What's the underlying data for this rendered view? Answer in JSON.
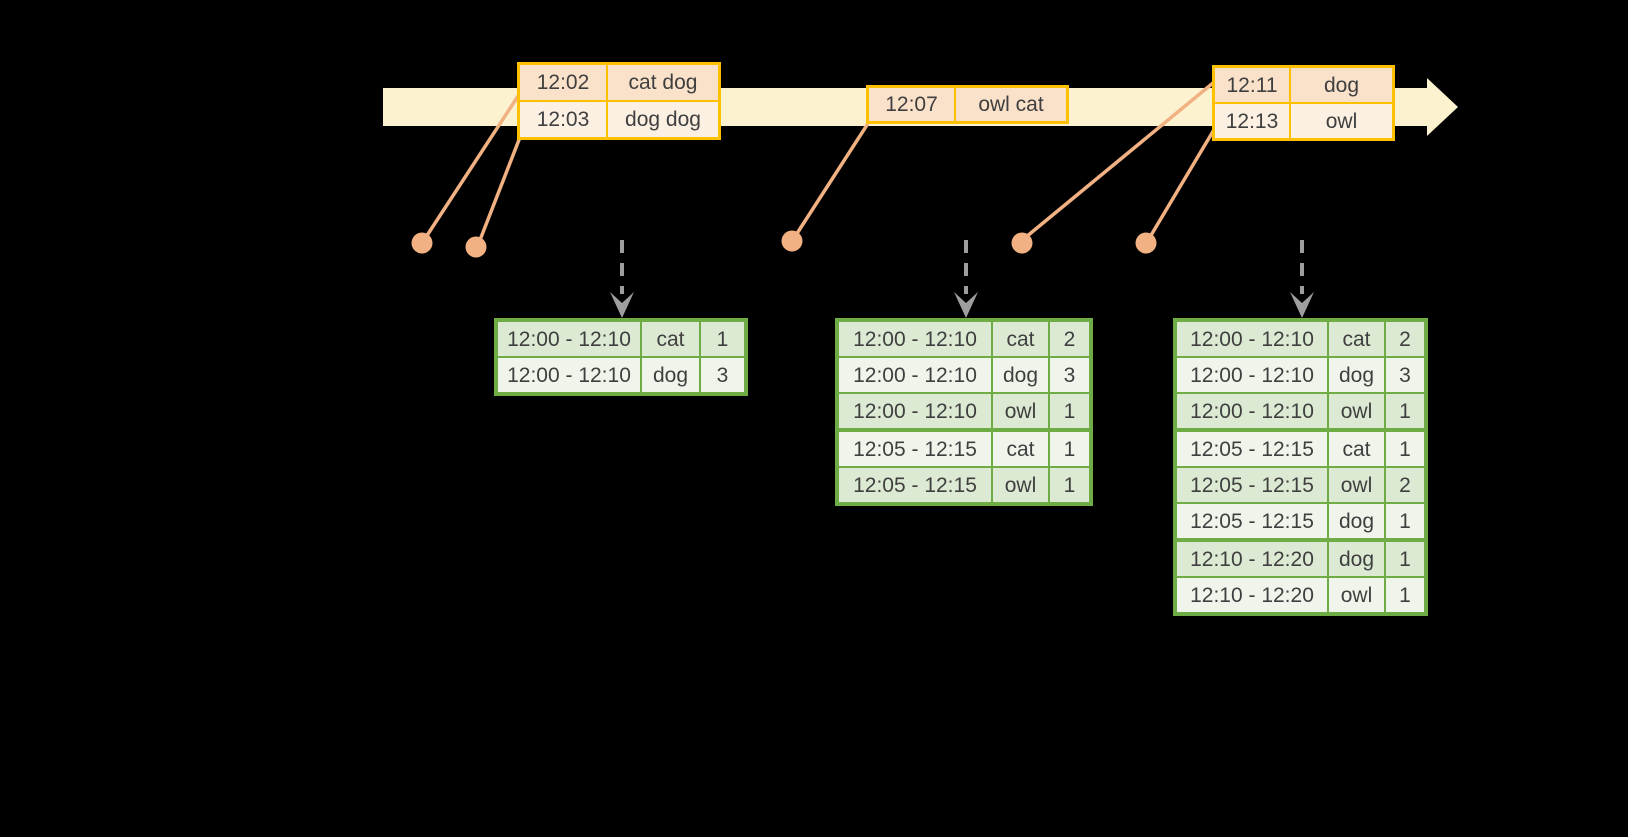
{
  "colors": {
    "background": "#000000",
    "timeline_band": "#FCF2CF",
    "event_table_border": "#FFC000",
    "event_row_dark": "#FAE1CA",
    "event_row_light": "#FCF0E2",
    "event_marker": "#F1B183",
    "trigger_arrow": "#9E9E9E",
    "result_table_border": "#6FAC46",
    "result_row_dark": "#DDEAD3",
    "result_row_light": "#F0F5EC",
    "text": "#3F3F3F"
  },
  "icons": {
    "timeline_arrow": "right-arrow-band",
    "event_marker": "filled-dot",
    "trigger_arrow": "dashed-down-arrow"
  },
  "event_tables": [
    {
      "id": "events-early",
      "rows": [
        {
          "time": "12:02",
          "words": "cat dog"
        },
        {
          "time": "12:03",
          "words": "dog dog"
        }
      ]
    },
    {
      "id": "event-mid",
      "rows": [
        {
          "time": "12:07",
          "words": "owl cat"
        }
      ]
    },
    {
      "id": "events-late",
      "rows": [
        {
          "time": "12:11",
          "words": "dog"
        },
        {
          "time": "12:13",
          "words": "owl"
        }
      ]
    }
  ],
  "result_tables": [
    {
      "id": "result-table-1",
      "rows": [
        {
          "window": "12:00 - 12:10",
          "word": "cat",
          "count": "1"
        },
        {
          "window": "12:00 - 12:10",
          "word": "dog",
          "count": "3"
        }
      ]
    },
    {
      "id": "result-table-2",
      "rows": [
        {
          "window": "12:00 - 12:10",
          "word": "cat",
          "count": "2"
        },
        {
          "window": "12:00 - 12:10",
          "word": "dog",
          "count": "3"
        },
        {
          "window": "12:00 - 12:10",
          "word": "owl",
          "count": "1"
        },
        {
          "window": "12:05 - 12:15",
          "word": "cat",
          "count": "1"
        },
        {
          "window": "12:05 - 12:15",
          "word": "owl",
          "count": "1"
        }
      ]
    },
    {
      "id": "result-table-3",
      "rows": [
        {
          "window": "12:00 - 12:10",
          "word": "cat",
          "count": "2"
        },
        {
          "window": "12:00 - 12:10",
          "word": "dog",
          "count": "3"
        },
        {
          "window": "12:00 - 12:10",
          "word": "owl",
          "count": "1"
        },
        {
          "window": "12:05 - 12:15",
          "word": "cat",
          "count": "1"
        },
        {
          "window": "12:05 - 12:15",
          "word": "owl",
          "count": "2"
        },
        {
          "window": "12:05 - 12:15",
          "word": "dog",
          "count": "1"
        },
        {
          "window": "12:10 - 12:20",
          "word": "dog",
          "count": "1"
        },
        {
          "window": "12:10 - 12:20",
          "word": "owl",
          "count": "1"
        }
      ]
    }
  ]
}
